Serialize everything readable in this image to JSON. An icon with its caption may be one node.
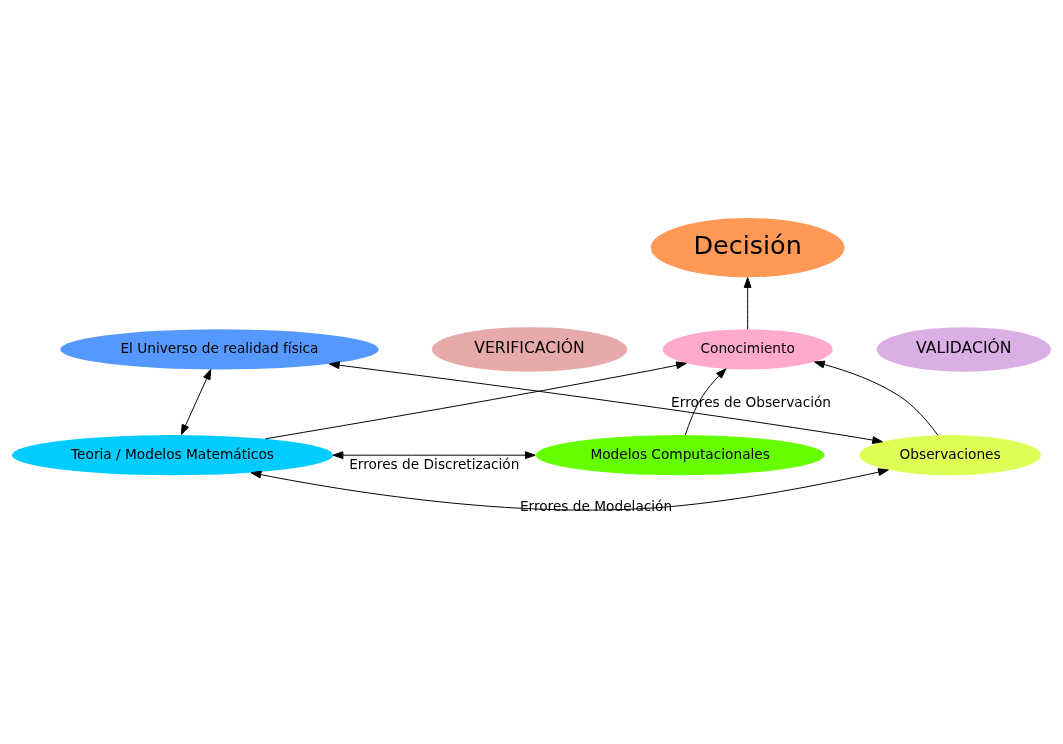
{
  "diagram": {
    "nodes": [
      {
        "text": [
          "Decisión"
        ]
      },
      {
        "text": [
          "Conocimiento"
        ]
      },
      {
        "text": [
          "El Universo de realidad física"
        ]
      },
      {
        "text": [
          "Observaciones"
        ]
      },
      {
        "text": [
          "Teoria / Modelos Matemáticos"
        ]
      },
      {
        "text": [
          "Modelos Computacionales"
        ]
      },
      {
        "text": [
          "VALIDACIÓN"
        ]
      },
      {
        "text": [
          "VERIFICACIÓN"
        ]
      }
    ],
    "edges": [
      {
        "from": 1,
        "to": 0,
        "arrow": "to"
      },
      {
        "from": 3,
        "to": 1,
        "arrow": "to"
      },
      {
        "from": 3,
        "to": 2,
        "arrow": "both",
        "label": "Errores de Observación"
      },
      {
        "from": 4,
        "to": 2,
        "arrow": "both"
      },
      {
        "from": 4,
        "to": 3,
        "arrow": "both",
        "label": "Errores de Modelación"
      },
      {
        "from": 4,
        "to": 1,
        "arrow": "to"
      },
      {
        "from": 4,
        "to": 5,
        "arrow": "both",
        "label": "Errores de Discretización"
      },
      {
        "from": 5,
        "to": 1,
        "arrow": "to"
      }
    ]
  }
}
